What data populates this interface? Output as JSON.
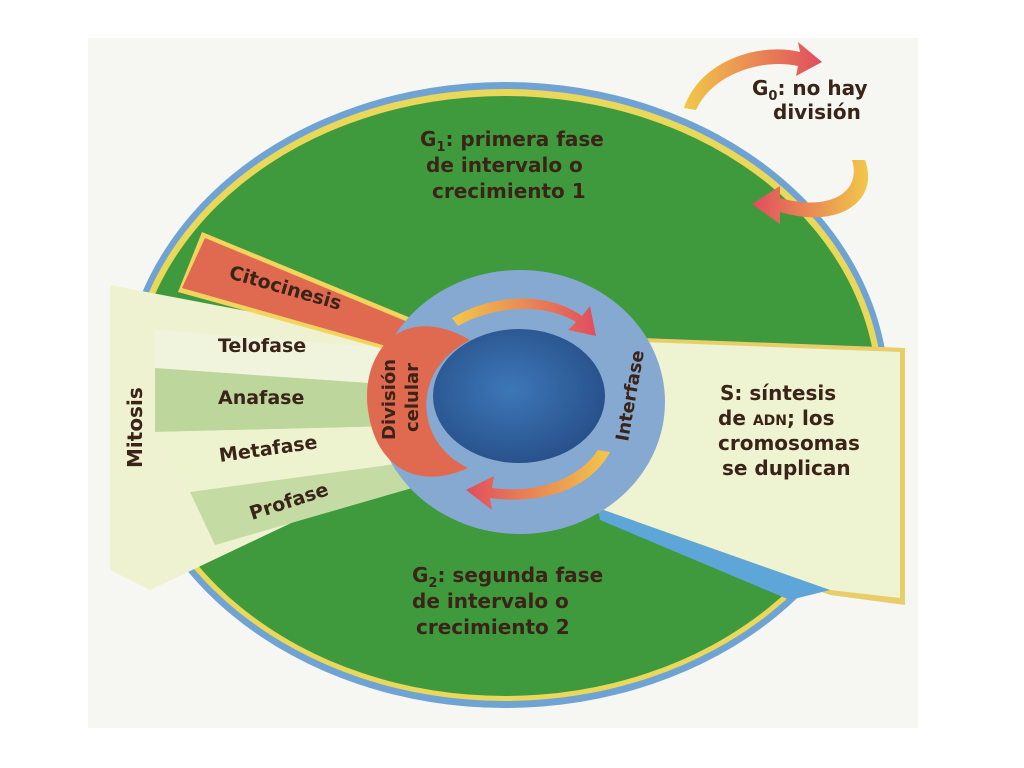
{
  "diagram": {
    "g0": {
      "prefix": "G",
      "sub": "0",
      "line1": ": no hay",
      "line2": "división"
    },
    "g1": {
      "prefix": "G",
      "sub": "1",
      "line1": ": primera fase",
      "line2": "de intervalo o",
      "line3": "crecimiento 1"
    },
    "g2": {
      "prefix": "G",
      "sub": "2",
      "line1": ": segunda fase",
      "line2": "de intervalo o",
      "line3": "crecimiento 2"
    },
    "s": {
      "line1": "S: síntesis",
      "line2a": "de ",
      "line2b": "ADN",
      "line2c": "; los",
      "line3": "cromosomas",
      "line4": "se duplican"
    },
    "division_celular": {
      "line1": "División",
      "line2": "celular"
    },
    "interfase": "Interfase",
    "mitosis": "Mitosis",
    "citocinesis": "Citocinesis",
    "phases": [
      "Telofase",
      "Anafase",
      "Metafase",
      "Profase"
    ],
    "colors": {
      "green": "#3f9a3e",
      "blue_ring": "#7fa6cf",
      "nucleus": "#2f66a8",
      "salmon": "#e06a4f",
      "pale": "#eef3cf",
      "pale_green": "#cfe2b0",
      "arrow_red": "#e04d5e"
    }
  }
}
